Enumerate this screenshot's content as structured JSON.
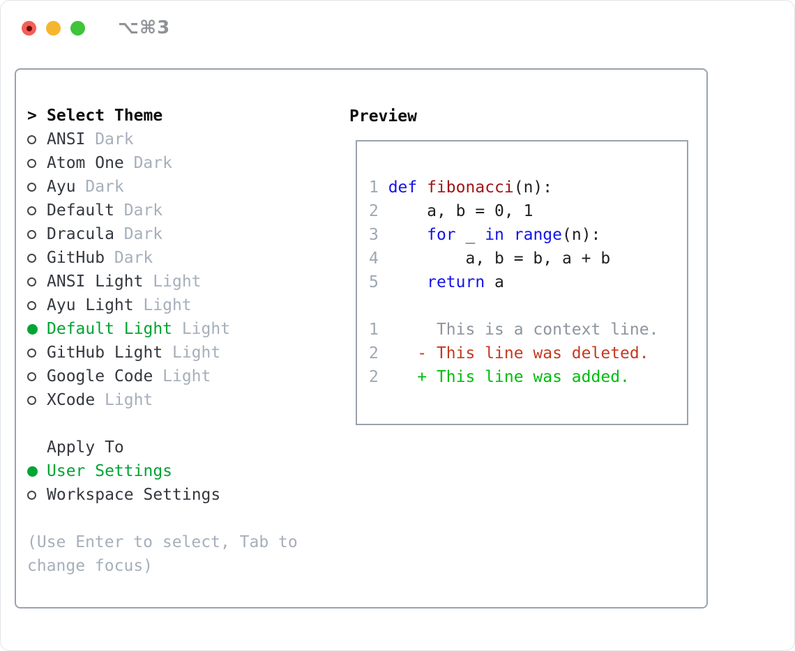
{
  "window": {
    "title": "⌥⌘3",
    "traffic_lights": [
      "close",
      "minimize",
      "zoom"
    ]
  },
  "theme_selector": {
    "prompt": ">",
    "title": "Select Theme",
    "items": [
      {
        "name": "ANSI",
        "variant": "Dark",
        "selected": false
      },
      {
        "name": "Atom One",
        "variant": "Dark",
        "selected": false
      },
      {
        "name": "Ayu",
        "variant": "Dark",
        "selected": false
      },
      {
        "name": "Default",
        "variant": "Dark",
        "selected": false
      },
      {
        "name": "Dracula",
        "variant": "Dark",
        "selected": false
      },
      {
        "name": "GitHub",
        "variant": "Dark",
        "selected": false
      },
      {
        "name": "ANSI Light",
        "variant": "Light",
        "selected": false
      },
      {
        "name": "Ayu Light",
        "variant": "Light",
        "selected": false
      },
      {
        "name": "Default Light",
        "variant": "Light",
        "selected": true
      },
      {
        "name": "GitHub Light",
        "variant": "Light",
        "selected": false
      },
      {
        "name": "Google Code",
        "variant": "Light",
        "selected": false
      },
      {
        "name": "XCode",
        "variant": "Light",
        "selected": false
      }
    ]
  },
  "apply_to": {
    "title": "Apply To",
    "options": [
      {
        "label": "User Settings",
        "selected": true
      },
      {
        "label": "Workspace Settings",
        "selected": false
      }
    ]
  },
  "footer_hint": "(Use Enter to select, Tab to change focus)",
  "preview": {
    "title": "Preview",
    "lines": [
      [
        {
          "t": "1 ",
          "c": "num"
        },
        {
          "t": "def",
          "c": "kw"
        },
        {
          "t": " ",
          "c": "code"
        },
        {
          "t": "fibonacci",
          "c": "fn"
        },
        {
          "t": "(n):",
          "c": "code"
        }
      ],
      [
        {
          "t": "2 ",
          "c": "num"
        },
        {
          "t": "    a, b = 0, 1",
          "c": "code"
        }
      ],
      [
        {
          "t": "3 ",
          "c": "num"
        },
        {
          "t": "    ",
          "c": "code"
        },
        {
          "t": "for",
          "c": "kw"
        },
        {
          "t": " _ ",
          "c": "code"
        },
        {
          "t": "in",
          "c": "kw"
        },
        {
          "t": " ",
          "c": "code"
        },
        {
          "t": "range",
          "c": "kw"
        },
        {
          "t": "(n):",
          "c": "code"
        }
      ],
      [
        {
          "t": "4 ",
          "c": "num"
        },
        {
          "t": "        a, b = b, a + b",
          "c": "code"
        }
      ],
      [
        {
          "t": "5 ",
          "c": "num"
        },
        {
          "t": "    ",
          "c": "code"
        },
        {
          "t": "return",
          "c": "kw"
        },
        {
          "t": " a",
          "c": "code"
        }
      ],
      [],
      [
        {
          "t": "1",
          "c": "num"
        },
        {
          "t": "      This is a context line.",
          "c": "ctx"
        }
      ],
      [
        {
          "t": "2",
          "c": "num"
        },
        {
          "t": "    ",
          "c": "code"
        },
        {
          "t": "- This line was deleted.",
          "c": "del"
        }
      ],
      [
        {
          "t": "2",
          "c": "num"
        },
        {
          "t": "    ",
          "c": "code"
        },
        {
          "t": "+ This line was added.",
          "c": "add"
        }
      ]
    ]
  },
  "colors": {
    "green": "#00a434",
    "muted_gray": "#a6afbb",
    "ink": "#34383e",
    "border_gray": "#99a2ae",
    "keyword_blue": "#1414e8",
    "function_red": "#a31515",
    "diff_deleted_red": "#c43a20",
    "diff_added_green": "#00bd0f",
    "line_number_gray": "#9ea8b4",
    "context_gray": "#8e959d",
    "titlebar_gray": "#8f9297",
    "traffic_red": "#f25f58",
    "traffic_yellow": "#f5b62f",
    "traffic_green": "#3fc43b"
  }
}
